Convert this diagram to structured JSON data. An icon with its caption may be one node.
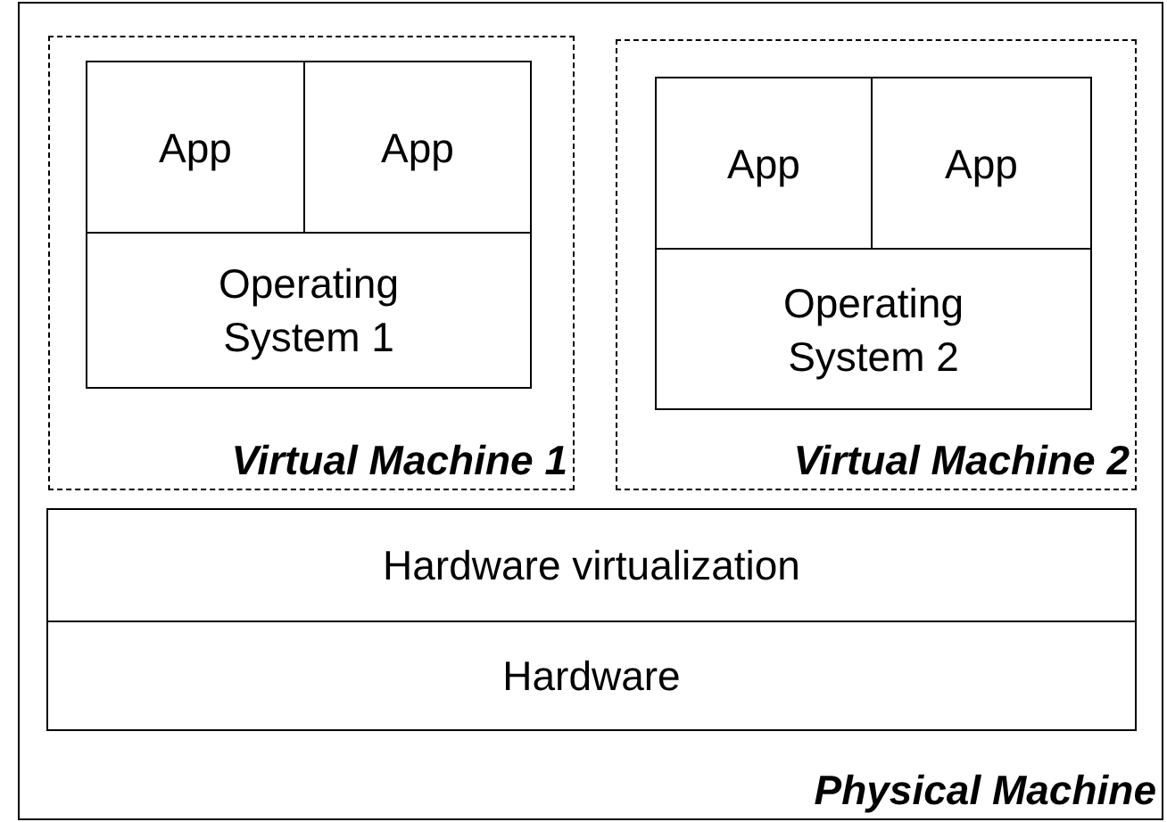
{
  "diagram": {
    "nodes": [
      {
        "text": [
          "Physical Machine"
        ]
      },
      {
        "text": [
          "Virtual Machine 1"
        ],
        "in": 0
      },
      {
        "text": [
          "App"
        ],
        "in": 1
      },
      {
        "text": [
          "App"
        ],
        "in": 1
      },
      {
        "text": [
          "Operating System 1"
        ],
        "in": 1
      },
      {
        "text": [
          "Virtual Machine 2"
        ],
        "in": 0
      },
      {
        "text": [
          "App"
        ],
        "in": 5
      },
      {
        "text": [
          "App"
        ],
        "in": 5
      },
      {
        "text": [
          "Operating System 2"
        ],
        "in": 5
      },
      {
        "text": [
          "Hardware virtualization"
        ],
        "in": 0
      },
      {
        "text": [
          "Hardware"
        ],
        "in": 0
      }
    ]
  }
}
